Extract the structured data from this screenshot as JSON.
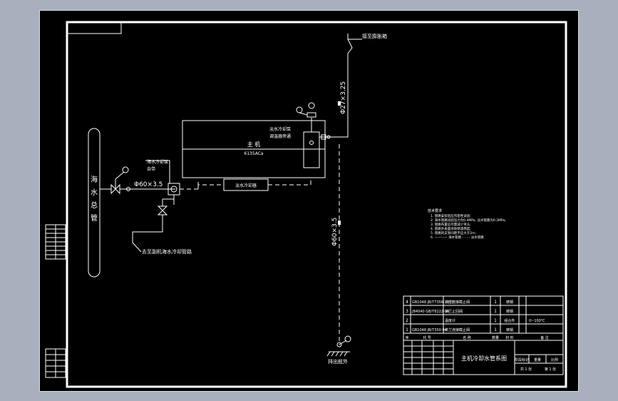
{
  "labels": {
    "sea_main": "海水总管",
    "overboard": "排出舷外",
    "to_expansion": "接至膨胀箱",
    "pipe_top": "Φ27×3.25",
    "pipe_side": "Φ60×3.5",
    "pipe_sea": "Φ60×3.5",
    "engine": "主 机",
    "engine_model": "6135ACa",
    "seawater_pump": "海水冷却泵",
    "seawater_pump_sub": "自带",
    "freshwater_pump": "淡水冷却泵",
    "thermostat": "调温器旁通",
    "cooler": "淡水冷却器",
    "to_aux": "去至副机海水冷却管路"
  },
  "notes": {
    "title": "技术要求",
    "lines": [
      "1. 管路安装后应作密性试验;",
      "2. 海水管路试验压力为0.4MPa, 淡水管路为0.3MPa;",
      "3. 管路布置应尽量减少弯头;",
      "4. 管路外表面涂防锈漆两度;",
      "5. 管路的支架间距不应大于2m;",
      "6. ———— 海水管路  - - - - 淡水管路"
    ]
  },
  "bom": {
    "headers": [
      "序",
      "代 号",
      "名 称",
      "数量",
      "材 料",
      "备 注"
    ],
    "rows": [
      {
        "no": "4",
        "code": "GB1048 JB/T7356-1995",
        "name": "法兰连接截止阀",
        "qty": "1",
        "material": "铸钢",
        "note": ""
      },
      {
        "no": "3",
        "code": "JB4040 GB/T8222-94",
        "name": "法兰止回阀",
        "qty": "1",
        "material": "铸钢",
        "note": ""
      },
      {
        "no": "2",
        "code": "",
        "name": "温度计",
        "qty": "1",
        "material": "组合件",
        "note": "0~100℃"
      },
      {
        "no": "1",
        "code": "GB1048 JB/T350-94",
        "name": "法兰连接截止阀",
        "qty": "1",
        "material": "铸钢",
        "note": ""
      }
    ]
  },
  "title_block": {
    "title": "主机冷却水管系图",
    "stage": "阶段标记",
    "weight": "重量",
    "scale": "比例",
    "sheet": "第 1 张",
    "sheets": "共 1 张"
  },
  "colors": {
    "line": "#ffffff",
    "background": "#000000",
    "frame": "#d8dde3"
  }
}
